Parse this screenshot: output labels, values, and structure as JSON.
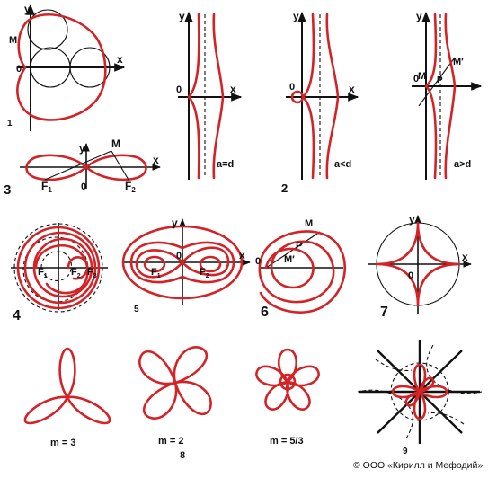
{
  "figures": {
    "f1": {
      "number": "1",
      "x": "x",
      "y": "y",
      "o": "0",
      "m": "M"
    },
    "f2a": {
      "y": "y",
      "x": "x",
      "o": "0",
      "caption": "a=d"
    },
    "f2b": {
      "y": "y",
      "x": "x",
      "o": "0",
      "caption": "a<d",
      "number": "2"
    },
    "f2c": {
      "y": "y",
      "m": "M",
      "m2": "M′",
      "p": "P",
      "o": "0",
      "caption": "a>d"
    },
    "f3": {
      "number": "3",
      "y": "y",
      "x": "x",
      "m": "M",
      "f1": "F",
      "f1sub": "1",
      "f2": "F",
      "f2sub": "2",
      "o": "0"
    },
    "f4": {
      "number": "4",
      "f1": "F",
      "f1sub": "1",
      "f2": "F",
      "f2sub": "2",
      "f3": "F",
      "f3sub": "3"
    },
    "f5": {
      "number": "5",
      "y": "y",
      "x": "x",
      "o": "0",
      "f1": "F",
      "f1sub": "1",
      "f2": "F",
      "f2sub": "2"
    },
    "f6": {
      "number": "6",
      "m": "M",
      "p": "P",
      "m2": "M′",
      "o": "0"
    },
    "f7": {
      "number": "7",
      "y": "y",
      "x": "x",
      "o": "0"
    },
    "f8": {
      "number": "8",
      "m3": "m = 3",
      "m2": "m = 2",
      "m53": "m = 5/3"
    },
    "f9": {
      "number": "9"
    }
  },
  "copyright": "© ООО «Кирилл и Мефодий»",
  "colors": {
    "curve": "#d42326",
    "ink": "#111111",
    "background": "#ffffff"
  }
}
